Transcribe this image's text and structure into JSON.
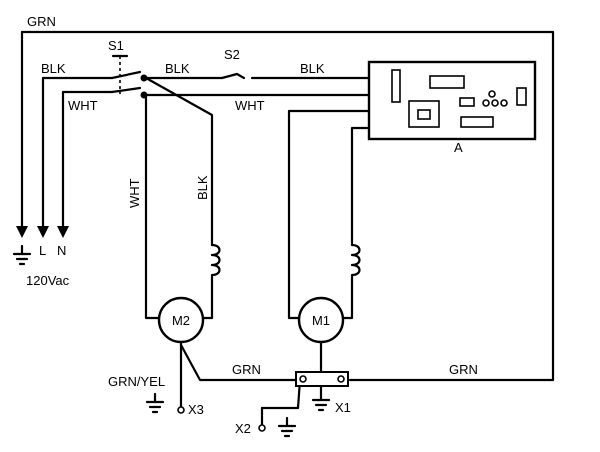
{
  "labels": {
    "grn_top": "GRN",
    "s1": "S1",
    "s2": "S2",
    "blk_left": "BLK",
    "blk_mid": "BLK",
    "blk_right": "BLK",
    "wht_left": "WHT",
    "wht_right": "WHT",
    "wht_vertical": "WHT",
    "blk_vertical": "BLK",
    "ground_sym": "⏚",
    "l": "L",
    "n": "N",
    "supply": "120Vac",
    "board": "A",
    "m2": "M2",
    "m1": "M1",
    "grn_yel": "GRN/YEL",
    "grn_bottom_mid": "GRN",
    "grn_bottom_right": "GRN",
    "x1": "X1",
    "x2": "X2",
    "x3": "X3"
  }
}
